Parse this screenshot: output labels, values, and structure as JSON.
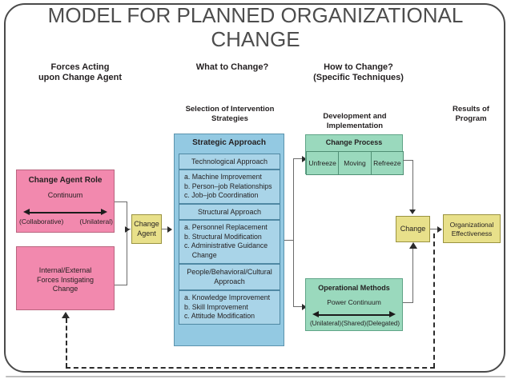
{
  "slide": {
    "title": "MODEL FOR PLANNED ORGANIZATIONAL CHANGE"
  },
  "colors": {
    "pink": "#f289ae",
    "blue": "#93c9e2",
    "blue_inner": "#a9d4e8",
    "green": "#9ad9bd",
    "yellow": "#e8e08a",
    "title_text": "#4d4d4d",
    "connector": "#6b6b6b"
  },
  "headers": {
    "col1": "Forces Acting\nupon Change Agent",
    "col1_l1": "Forces Acting",
    "col1_l2": "upon Change Agent",
    "col2": "What to Change?",
    "col3_l1": "How to Change?",
    "col3_l2": "(Specific Techniques)"
  },
  "subheaders": {
    "intervention_l1": "Selection of Intervention",
    "intervention_l2": "Strategies",
    "development_l1": "Development and",
    "development_l2": "Implementation",
    "results_l1": "Results of",
    "results_l2": "Program"
  },
  "forces": {
    "change_agent_role": {
      "title": "Change Agent Role",
      "continuum_label": "Continuum",
      "left_pole": "(Collaborative)",
      "right_pole": "(Unilateral)"
    },
    "instigating_forces": {
      "line1": "Internal/External",
      "line2": "Forces Instigating",
      "line3": "Change"
    }
  },
  "change_agent_box": {
    "line1": "Change",
    "line2": "Agent"
  },
  "strategic_approach": {
    "title": "Strategic Approach",
    "sections": [
      {
        "heading": "Technological Approach",
        "items": [
          "a. Machine Improvement",
          "b. Person–job Relationships",
          "c. Job–job Coordination"
        ]
      },
      {
        "heading": "Structural Approach",
        "items": [
          "a. Personnel Replacement",
          "b. Structural Modification",
          "c. Administrative Guidance",
          "    Change"
        ]
      },
      {
        "heading_l1": "People/Behavioral/Cultural",
        "heading_l2": "Approach",
        "items": [
          "a. Knowledge Improvement",
          "b. Skill Improvement",
          "c. Attitude Modification"
        ]
      }
    ]
  },
  "change_process": {
    "title": "Change Process",
    "stages": [
      "Unfreeze",
      "Moving",
      "Refreeze"
    ]
  },
  "operational_methods": {
    "title": "Operational Methods",
    "continuum_label": "Power Continuum",
    "poles": "(Unilateral)(Shared)(Delegated)",
    "pole_1": "(Unilateral)",
    "pole_2": "(Shared)",
    "pole_3": "(Delegated)"
  },
  "results": {
    "change": "Change",
    "organizational_effectiveness_l1": "Organizational",
    "organizational_effectiveness_l2": "Effectiveness"
  }
}
